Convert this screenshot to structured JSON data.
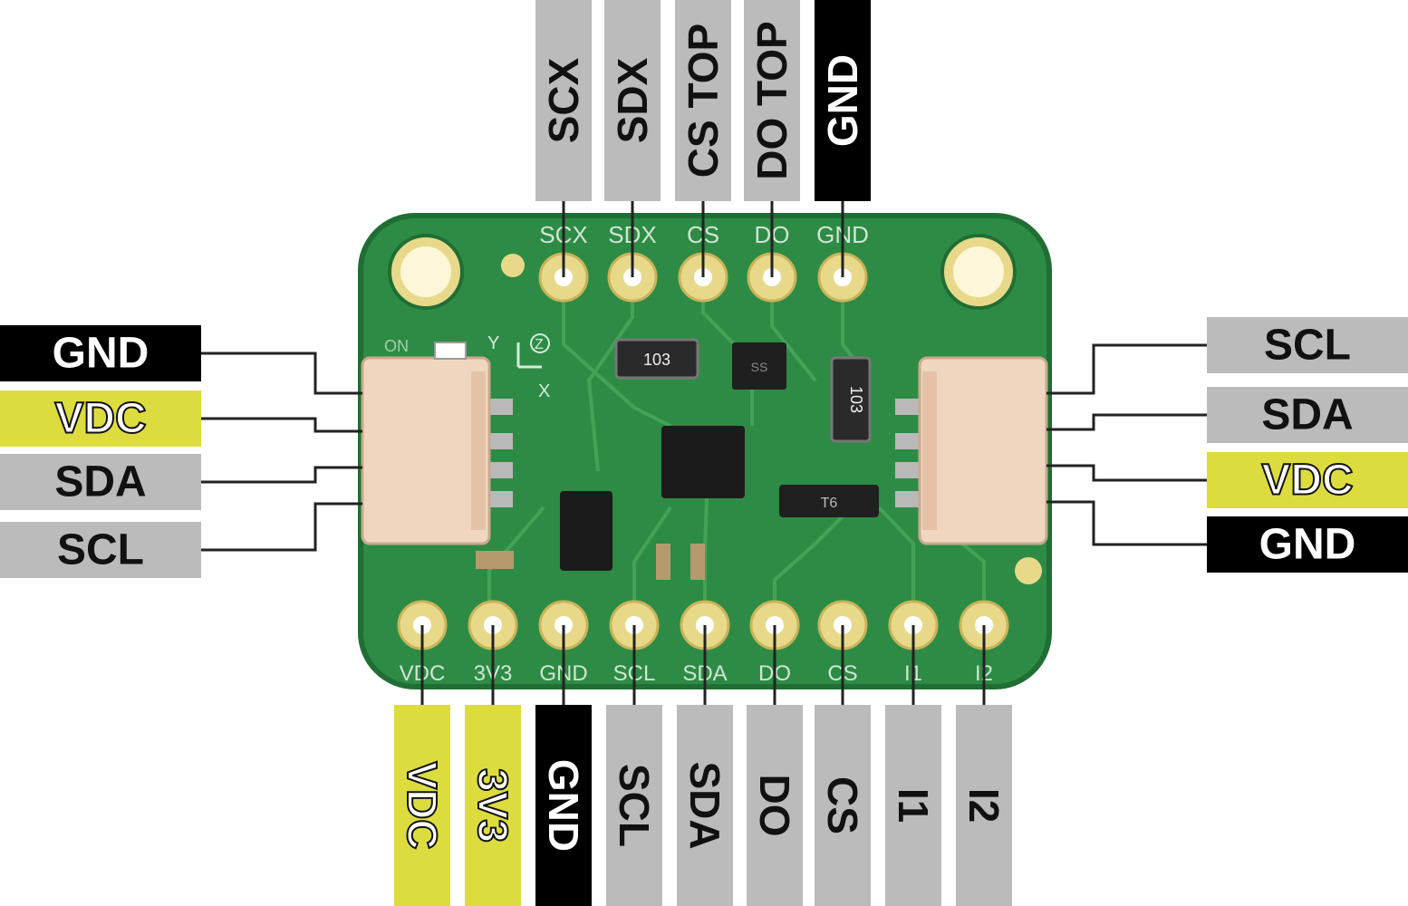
{
  "colors": {
    "power": "#dcdc3e",
    "ground": "#000000",
    "signal": "#bbbbbb",
    "board": "#2e8b45",
    "board_edge": "#1f6e33",
    "pad": "#e8d98a",
    "connector": "#f1d6bf"
  },
  "top_labels": [
    {
      "text": "SCX",
      "kind": "signal"
    },
    {
      "text": "SDX",
      "kind": "signal"
    },
    {
      "text": "CS TOP",
      "kind": "signal"
    },
    {
      "text": "DO TOP",
      "kind": "signal"
    },
    {
      "text": "GND",
      "kind": "ground"
    }
  ],
  "bottom_labels": [
    {
      "text": "VDC",
      "kind": "power"
    },
    {
      "text": "3V3",
      "kind": "power"
    },
    {
      "text": "GND",
      "kind": "ground"
    },
    {
      "text": "SCL",
      "kind": "signal"
    },
    {
      "text": "SDA",
      "kind": "signal"
    },
    {
      "text": "DO",
      "kind": "signal"
    },
    {
      "text": "CS",
      "kind": "signal"
    },
    {
      "text": "I1",
      "kind": "signal"
    },
    {
      "text": "I2",
      "kind": "signal"
    }
  ],
  "left_labels": [
    {
      "text": "GND",
      "kind": "ground"
    },
    {
      "text": "VDC",
      "kind": "power"
    },
    {
      "text": "SDA",
      "kind": "signal"
    },
    {
      "text": "SCL",
      "kind": "signal"
    }
  ],
  "right_labels": [
    {
      "text": "SCL",
      "kind": "signal"
    },
    {
      "text": "SDA",
      "kind": "signal"
    },
    {
      "text": "VDC",
      "kind": "power"
    },
    {
      "text": "GND",
      "kind": "ground"
    }
  ],
  "silkscreen_top": [
    "SCX",
    "SDX",
    "CS",
    "DO",
    "GND"
  ],
  "silkscreen_bottom": [
    "VDC",
    "3V3",
    "GND",
    "SCL",
    "SDA",
    "DO",
    "CS",
    "I1",
    "I2"
  ],
  "silkscreen_misc": {
    "on": "ON",
    "axis_x": "X",
    "axis_y": "Y",
    "axis_z": "Z",
    "resistor_a": "103",
    "resistor_b": "103",
    "diode": "T6",
    "chip_small": "SS"
  }
}
